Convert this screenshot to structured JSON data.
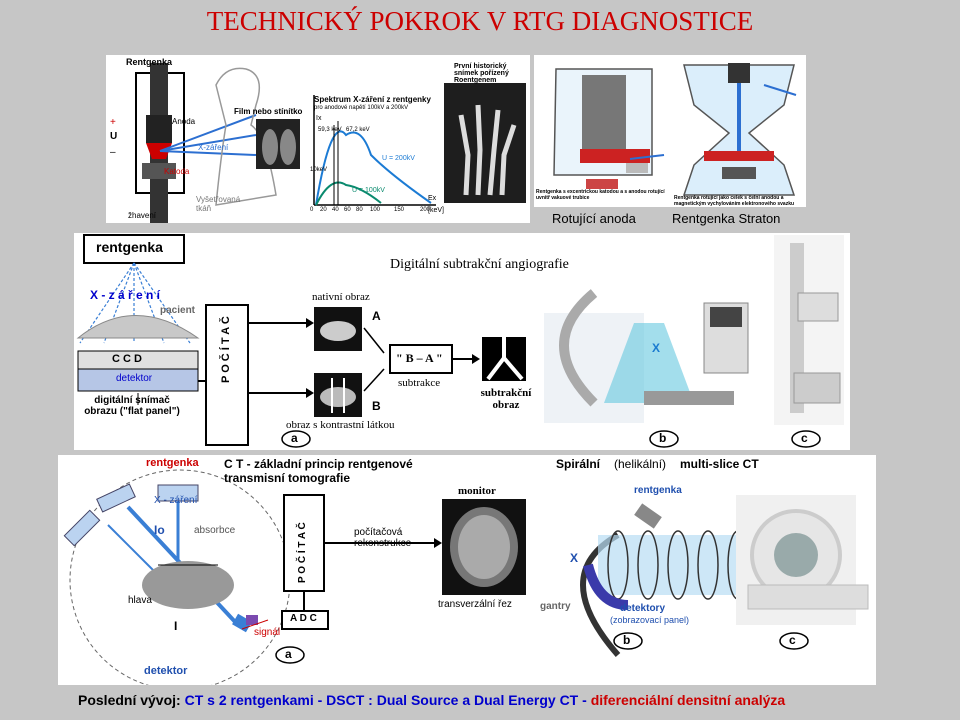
{
  "title": "TECHNICKÝ  POKROK  V  RTG  DIAGNOSTICE",
  "top": {
    "rentgenka": "Rentgenka",
    "anoda": "Anoda",
    "katoda": "Katoda",
    "xzareni": "X-záření",
    "zhaveni": "žhavení",
    "U": "U",
    "plus": "+",
    "minus": "–",
    "tissue": "Vyšetřovaná tkáň",
    "film": "Film nebo stínítko",
    "spectrum_title": "Spektrum X-záření z rentgenky",
    "spectrum_sub": "pro anodové napětí 100kV a 200kV",
    "ix": "Ix",
    "kev_a": "59,3 keV",
    "kev_b": "67,2 keV",
    "u200": "U = 200kV",
    "u100": "U = 100kV",
    "k10": "10keV",
    "ex": "Ex",
    "kev_unit": "[keV]",
    "ticks": [
      "0",
      "20",
      "40",
      "60",
      "80",
      "100",
      "150",
      "200"
    ],
    "historic": "První historický snímek pořízený Roentgenem",
    "rot_caption": "Rotující anoda",
    "straton_caption": "Rentgenka Straton",
    "rot_note": "Rentgenka s excentrickou katodou a s anodou rotující uvnitř vakuové trubice",
    "straton_note": "Rentgenka rotující jako celek s čelní anodou a magnetickým vychylováním elektronového svazku"
  },
  "middle": {
    "rentgenka": "rentgenka",
    "xzareni": "X - z á ř e n í",
    "pacient": "pacient",
    "ccd": "C C D",
    "detektor": "detektor",
    "snimac": "digitální snímač obrazu (\"flat panel\")",
    "pocitac": "P O Č Í T A Č",
    "dsa_title": "Digitální subtrakční angiografie",
    "nativni": "nativní obraz",
    "A": "A",
    "B": "B",
    "kontrast": "obraz s kontrastní látkou",
    "ba": "\" B – A \"",
    "subtrakce": "subtrakce",
    "subtrakcni": "subtrakční obraz",
    "X": "X",
    "a": "a",
    "b": "b",
    "c": "c"
  },
  "bottom": {
    "rentgenka": "rentgenka",
    "ct_title": "C T  -  základní princip rentgenové transmisní tomografie",
    "xzareni": "X - záření",
    "io": "Io",
    "absorbce": "absorbce",
    "hlava": "hlava",
    "I": "I",
    "signal": "signál",
    "detektor": "detektor",
    "adc": "A D C",
    "pocitac": "P O Č Í T A Č",
    "pocitacova": "počítačová rekonstrukce",
    "monitor": "monitor",
    "transverzalni": "transverzální řez",
    "spiral_a": "Spirální",
    "spiral_b": "(helikální)",
    "spiral_c": "multi-slice CT",
    "rentgenka2": "rentgenka",
    "X": "X",
    "gantry": "gantry",
    "detektory": "detektory",
    "zobrazovaci": "(zobrazovací panel)",
    "a": "a",
    "b": "b",
    "c": "c"
  },
  "footer": {
    "lead": "Poslední vývoj:",
    "blue": "CT s 2 rentgenkami - DSCT : Dual Source a Dual Energy CT -",
    "red": "diferenciální densitní analýza"
  },
  "colors": {
    "title_red": "#cc0000",
    "footer_blue": "#0000cc",
    "footer_red": "#cc0000",
    "beam_blue": "#3a7fd5"
  }
}
